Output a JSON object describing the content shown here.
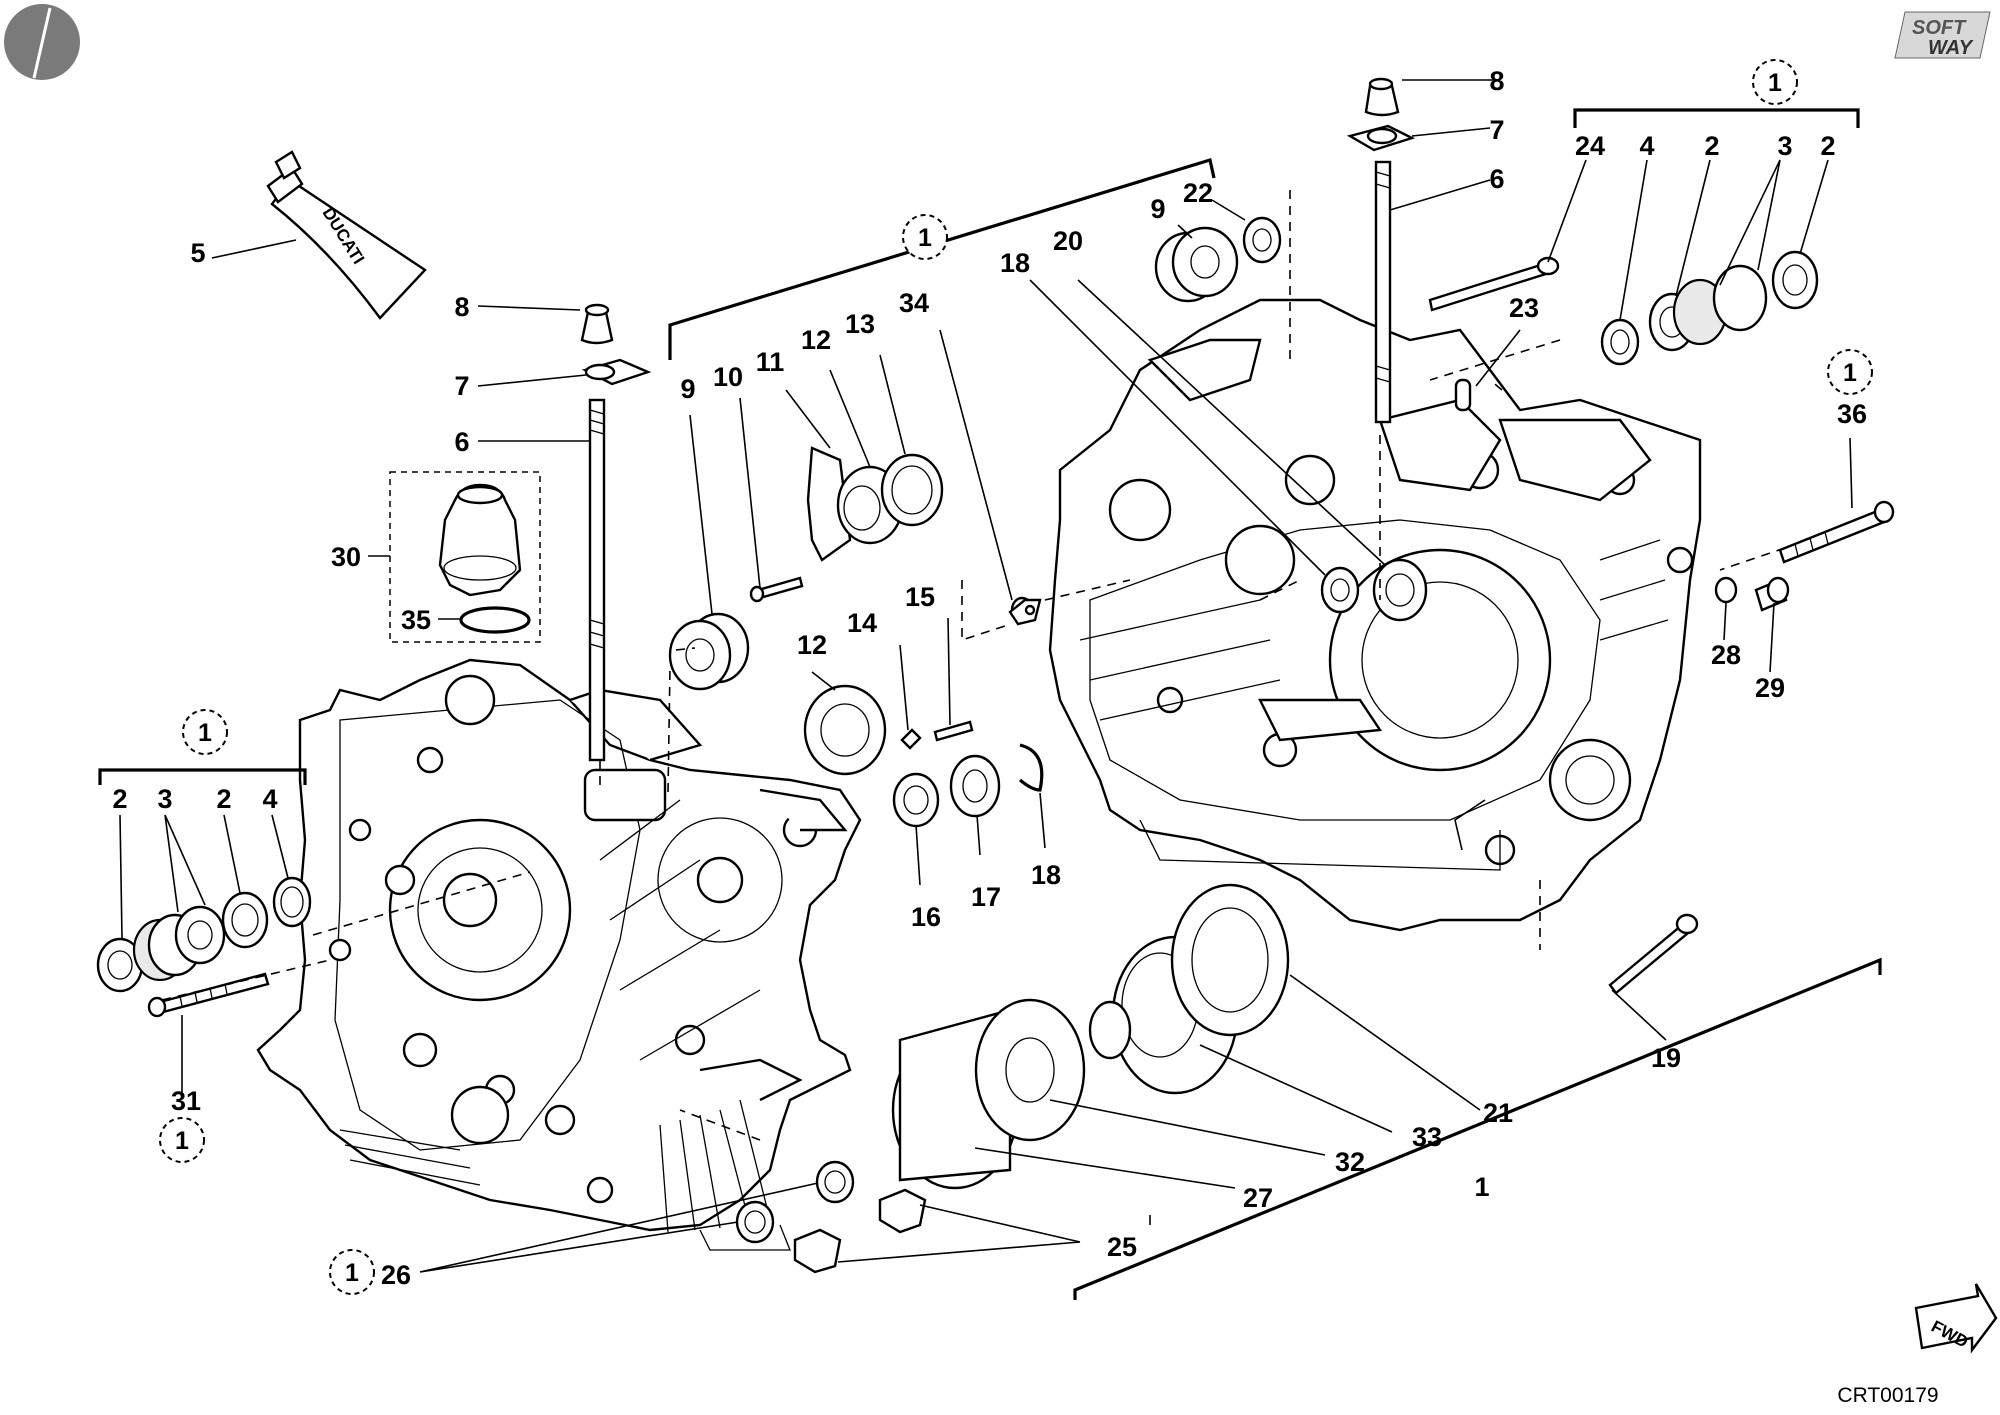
{
  "diagram": {
    "part_labels": [
      {
        "id": "p5",
        "text": "5"
      },
      {
        "id": "p8a",
        "text": "8"
      },
      {
        "id": "p7a",
        "text": "7"
      },
      {
        "id": "p6a",
        "text": "6"
      },
      {
        "id": "p30",
        "text": "30"
      },
      {
        "id": "p35",
        "text": "35"
      },
      {
        "id": "p2a",
        "text": "2"
      },
      {
        "id": "p3a",
        "text": "3"
      },
      {
        "id": "p2b",
        "text": "2"
      },
      {
        "id": "p4a",
        "text": "4"
      },
      {
        "id": "p31",
        "text": "31"
      },
      {
        "id": "p9a",
        "text": "9"
      },
      {
        "id": "p10",
        "text": "10"
      },
      {
        "id": "p11",
        "text": "11"
      },
      {
        "id": "p12a",
        "text": "12"
      },
      {
        "id": "p13",
        "text": "13"
      },
      {
        "id": "p34",
        "text": "34"
      },
      {
        "id": "p12b",
        "text": "12"
      },
      {
        "id": "p14",
        "text": "14"
      },
      {
        "id": "p15",
        "text": "15"
      },
      {
        "id": "p16",
        "text": "16"
      },
      {
        "id": "p17",
        "text": "17"
      },
      {
        "id": "p18a",
        "text": "18"
      },
      {
        "id": "p18b",
        "text": "18"
      },
      {
        "id": "p20",
        "text": "20"
      },
      {
        "id": "p9b",
        "text": "9"
      },
      {
        "id": "p22",
        "text": "22"
      },
      {
        "id": "p8b",
        "text": "8"
      },
      {
        "id": "p7b",
        "text": "7"
      },
      {
        "id": "p6b",
        "text": "6"
      },
      {
        "id": "p24",
        "text": "24"
      },
      {
        "id": "p4b",
        "text": "4"
      },
      {
        "id": "p2c",
        "text": "2"
      },
      {
        "id": "p3b",
        "text": "3"
      },
      {
        "id": "p2d",
        "text": "2"
      },
      {
        "id": "p23",
        "text": "23"
      },
      {
        "id": "p36",
        "text": "36"
      },
      {
        "id": "p28",
        "text": "28"
      },
      {
        "id": "p29",
        "text": "29"
      },
      {
        "id": "p19",
        "text": "19"
      },
      {
        "id": "p21",
        "text": "21"
      },
      {
        "id": "p33",
        "text": "33"
      },
      {
        "id": "p32",
        "text": "32"
      },
      {
        "id": "p27",
        "text": "27"
      },
      {
        "id": "p25",
        "text": "25"
      },
      {
        "id": "p26",
        "text": "26"
      },
      {
        "id": "p1",
        "text": "1"
      }
    ],
    "group_marker": "1",
    "tube_brand": "DUCATI",
    "logo": {
      "line1": "SOFT",
      "line2": "WAY"
    },
    "fwd_label": "FWD",
    "drawing_code": "CRT00179"
  }
}
